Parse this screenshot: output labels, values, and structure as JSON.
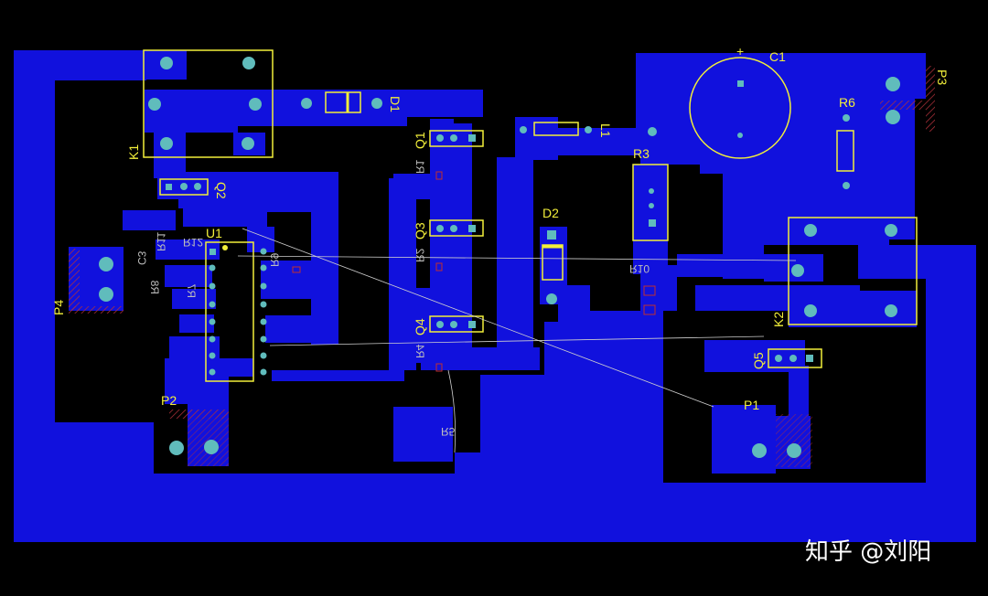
{
  "board": {
    "copper_color": "#1111dd",
    "silk_color": "#f2ef3a",
    "ratsnest_color": "#cfcfcf",
    "hatch_color": "#b0303a",
    "pad_color": "#60bcbc"
  },
  "components": {
    "K1": "K1",
    "D1": "D1",
    "Q1": "Q1",
    "R1": "R1",
    "L1": "L1",
    "C1": "C1",
    "C1_plus": "+",
    "P3": "P3",
    "R6": "R6",
    "R3": "R3",
    "Q2": "Q2",
    "R12": "R12",
    "U1": "U1",
    "P4": "P4",
    "C3": "C3",
    "R8": "R8",
    "R9": "R9",
    "Q3": "Q3",
    "R2": "R2",
    "D2": "D2",
    "R10": "R10",
    "K2": "K2",
    "Q4": "Q4",
    "R7": "R7",
    "R11": "R11",
    "R4": "R4",
    "Q5": "Q5",
    "P1": "P1",
    "P2": "P2",
    "R5": "R5"
  },
  "watermark": "知乎 @刘阳"
}
